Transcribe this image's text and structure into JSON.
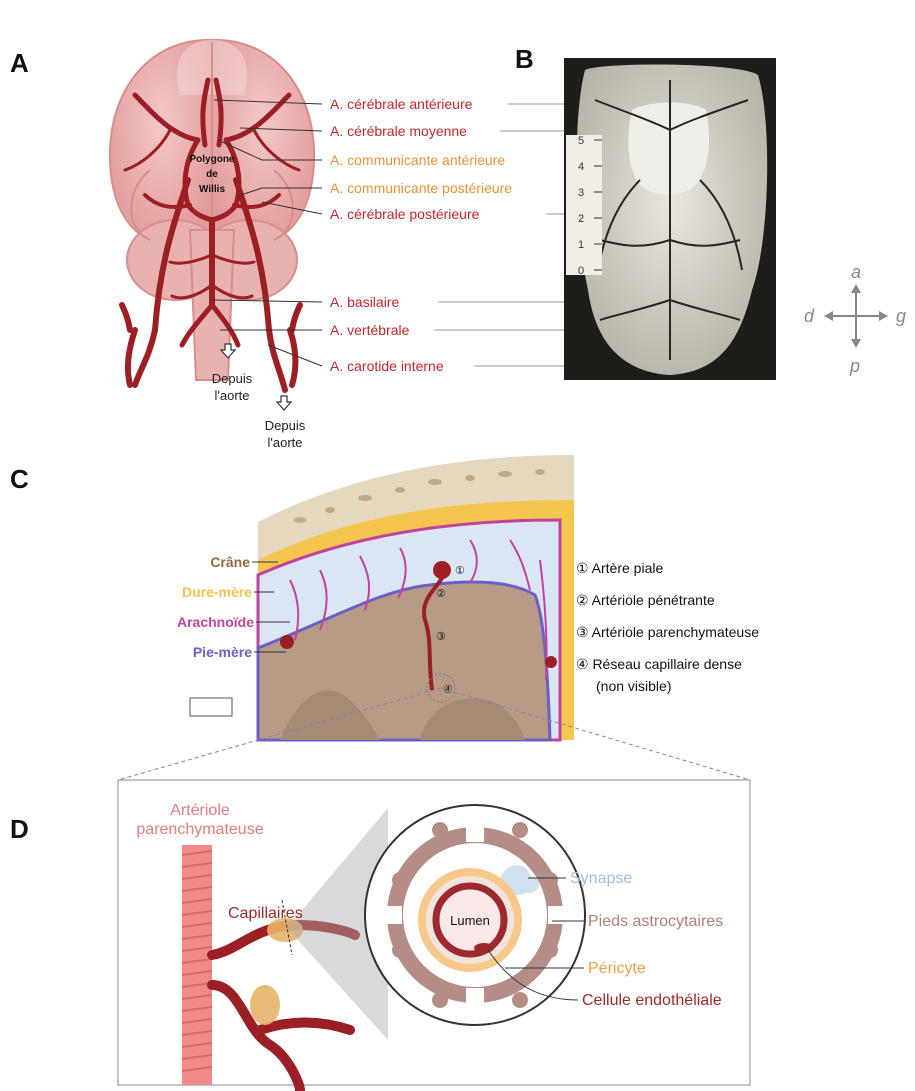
{
  "panels": {
    "a": "A",
    "b": "B",
    "c": "C",
    "d": "D"
  },
  "panel_a": {
    "center_label": [
      "Polygone",
      "de",
      "Willis"
    ],
    "arteries": [
      {
        "text": "A. cérébrale antérieure",
        "color": "#c0272d"
      },
      {
        "text": "A. cérébrale moyenne",
        "color": "#c0272d"
      },
      {
        "text": "A. communicante antérieure",
        "color": "#e8913a"
      },
      {
        "text": "A. communicante postérieure",
        "color": "#e8913a"
      },
      {
        "text": "A. cérébrale postérieure",
        "color": "#c0272d"
      },
      {
        "text": "A. basilaire",
        "color": "#c0272d"
      },
      {
        "text": "A. vertébrale",
        "color": "#c0272d"
      },
      {
        "text": "A. carotide interne",
        "color": "#c0272d"
      }
    ],
    "from_aorta_1": [
      "Depuis",
      "l'aorte"
    ],
    "from_aorta_2": [
      "Depuis",
      "l'aorte"
    ]
  },
  "panel_b": {
    "ruler_marks": [
      "5",
      "4",
      "3",
      "2",
      "1",
      "0"
    ]
  },
  "compass": {
    "a": "a",
    "p": "p",
    "d": "d",
    "g": "g"
  },
  "panel_c": {
    "layers": [
      {
        "text": "Crâne",
        "color": "#8a6a3e"
      },
      {
        "text": "Dure-mère",
        "color": "#f2c14e"
      },
      {
        "text": "Arachnoïde",
        "color": "#c2449a"
      },
      {
        "text": "Pie-mère",
        "color": "#6b5fc7"
      }
    ],
    "legend": [
      "① Artère piale",
      "② Artériole pénétrante",
      "③ Artériole parenchymateuse",
      "④ Réseau capillaire dense"
    ],
    "legend_sub": "(non visible)",
    "markers": [
      "①",
      "②",
      "③",
      "④"
    ]
  },
  "panel_d": {
    "arteriole_label": [
      "Artériole",
      "parenchymateuse"
    ],
    "capillaries": "Capillaires",
    "lumen": "Lumen",
    "labels": [
      {
        "text": "Synapse",
        "color": "#9fbfdc"
      },
      {
        "text": "Pieds astrocytaires",
        "color": "#b07f78"
      },
      {
        "text": "Péricyte",
        "color": "#e8a04a"
      },
      {
        "text": "Cellule endothéliale",
        "color": "#9b2a2e"
      }
    ]
  }
}
